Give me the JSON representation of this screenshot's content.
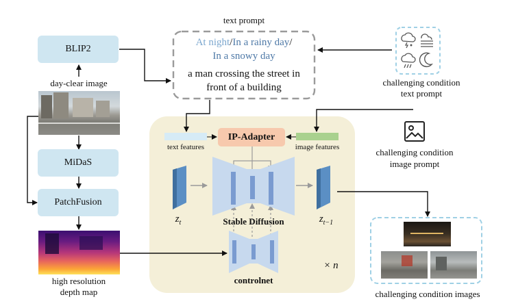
{
  "modules": {
    "blip2": "BLIP2",
    "midas": "MiDaS",
    "patchfusion": "PatchFusion",
    "ip_adapter": "IP-Adapter",
    "stable_diffusion": "Stable Diffusion",
    "controlnet": "controlnet"
  },
  "labels": {
    "day_clear_image": "day-clear image",
    "depth_map_line1": "high resolution",
    "depth_map_line2": "depth map",
    "text_features": "text features",
    "image_features": "image features",
    "z_t": "z_t",
    "z_t_minus_1": "z_{t−1}",
    "times_n": "× n"
  },
  "text_prompt": {
    "title": "text prompt",
    "at_night": "At night",
    "rainy": "In a rainy day",
    "snowy": "In a snowy day",
    "slash": "/",
    "body_line1": "a man crossing the street in",
    "body_line2": "front of a building"
  },
  "challenging": {
    "text_prompt_line1": "challenging condition",
    "text_prompt_line2": "text prompt",
    "image_prompt_line1": "challenging condition",
    "image_prompt_line2": "image prompt",
    "images_label": "challenging condition images"
  },
  "colors": {
    "module_blue": "#cfe6f1",
    "ip_adapter": "#f7c9ad",
    "panel_beige": "#f4efd8",
    "text_feature": "#d6ebf6",
    "image_feature": "#a9d18e",
    "unet_light": "#c7d9ee",
    "unet_bar": "#7a9bd0",
    "latent_blue": "#5b8fc4",
    "prompt_blue": "#4e79a7",
    "dashed_blue": "#9fd0e5"
  },
  "icons": [
    "thunder-snow-icon",
    "fog-icon",
    "rain-icon",
    "moon-icon",
    "image-icon"
  ]
}
